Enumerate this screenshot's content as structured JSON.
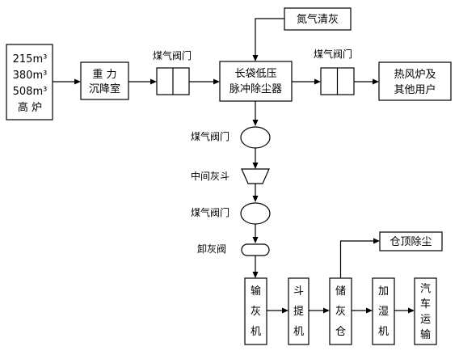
{
  "furnace": {
    "lines": [
      "215m³",
      "380m³",
      "508m³",
      "高 炉"
    ]
  },
  "gravity_chamber": {
    "lines": [
      "重 力",
      "沉降室"
    ]
  },
  "valve_1_label": "煤气阀门",
  "bag_filter": {
    "lines": [
      "长袋低压",
      "脉冲除尘器"
    ]
  },
  "nitrogen_cleaning": "氮气清灰",
  "valve_2_label": "煤气阀门",
  "hot_stove": {
    "lines": [
      "热风炉及",
      "其他用户"
    ]
  },
  "valve_3_label": "煤气阀门",
  "hopper_label": "中间灰斗",
  "valve_4_label": "煤气阀门",
  "unloader_label": "卸灰阀",
  "roof_dust_removal": "仓顶除尘",
  "conveyor": {
    "chars": [
      "输",
      "灰",
      "机"
    ]
  },
  "bucket_elevator": {
    "chars": [
      "斗",
      "提",
      "机"
    ]
  },
  "ash_silo": {
    "chars": [
      "储",
      "灰",
      "仓"
    ]
  },
  "humidifier": {
    "chars": [
      "加",
      "湿",
      "机"
    ]
  },
  "truck_transport": {
    "chars": [
      "汽",
      "车",
      "运",
      "输"
    ]
  }
}
